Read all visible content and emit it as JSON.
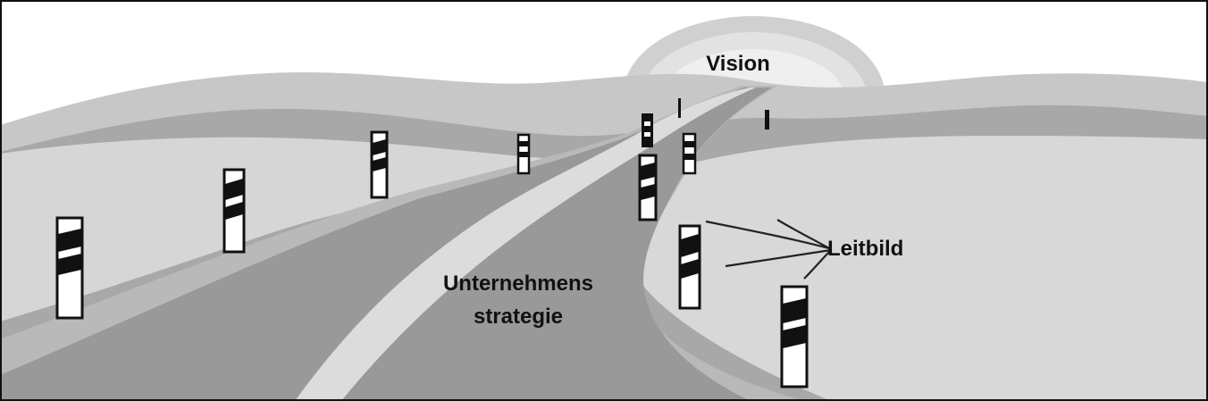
{
  "diagram": {
    "labels": {
      "vision": "Vision",
      "leitbild": "Leitbild",
      "strategy_line1": "Unternehmens",
      "strategy_line2": "strategie"
    },
    "colors": {
      "sky": "#ffffff",
      "far_hills": "#c9c9c9",
      "mid_hills": "#a9a9a9",
      "field_light": "#d6d6d6",
      "road": "#9a9a9a",
      "road_edge": "#bdbdbd",
      "road_center_line": "#dcdcdc",
      "post_white": "#ffffff",
      "post_black": "#111111",
      "arrow": "#222222"
    }
  }
}
